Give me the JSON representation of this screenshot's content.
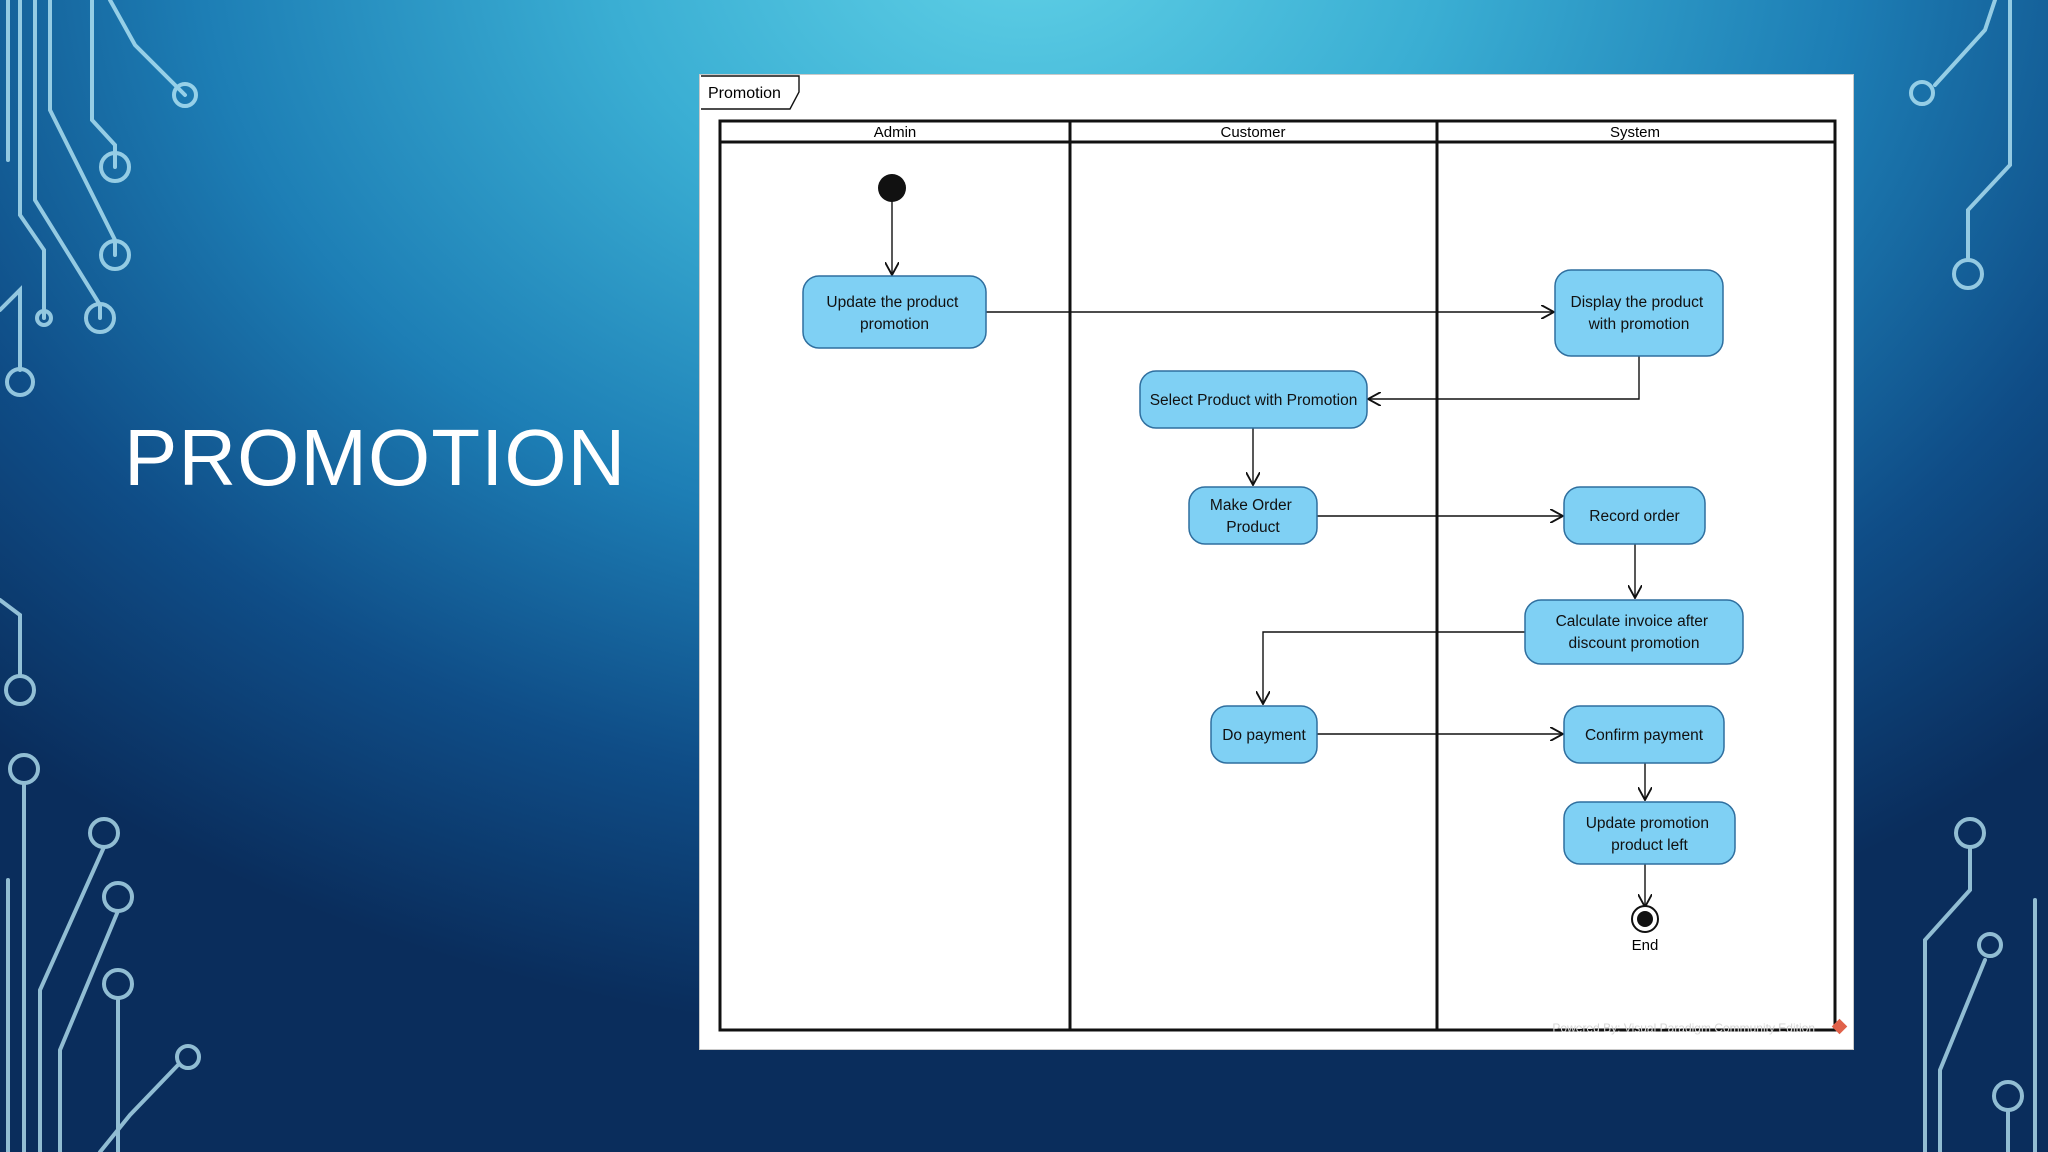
{
  "slide": {
    "title": "PROMOTION"
  },
  "diagram": {
    "frame_label": "Promotion",
    "lanes": [
      "Admin",
      "Customer",
      "System"
    ],
    "nodes": {
      "update_promo": [
        "Update the product",
        "promotion"
      ],
      "display_promo": [
        "Display the product",
        "with promotion"
      ],
      "select_product": [
        "Select Product with Promotion"
      ],
      "make_order": [
        "Make Order",
        "Product"
      ],
      "record_order": [
        "Record order"
      ],
      "calc_invoice": [
        "Calculate invoice after",
        "discount promotion"
      ],
      "do_payment": [
        "Do payment"
      ],
      "confirm_payment": [
        "Confirm payment"
      ],
      "update_left": [
        "Update promotion",
        "product left"
      ]
    },
    "end_label": "End",
    "watermark": "Powered By: Visual Paradigm Community Edition",
    "colors": {
      "node_fill": "#7fd0f4",
      "node_stroke": "#2f6f9f"
    }
  }
}
